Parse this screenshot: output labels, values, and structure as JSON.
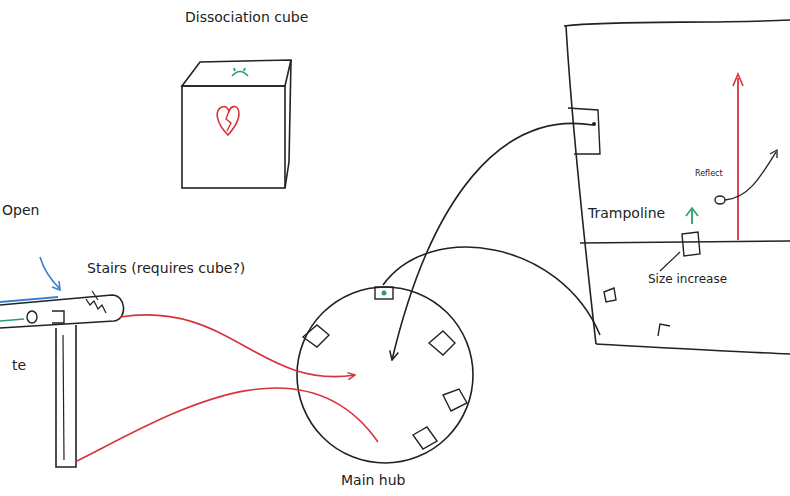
{
  "diagram": {
    "nodes": [
      {
        "text": [
          "Dissociation cube"
        ]
      },
      {
        "text": [
          "Stairs (requires cube?)"
        ]
      },
      {
        "text": [
          "Main hub"
        ]
      },
      {
        "text": [
          "Trampoline",
          "Size increase",
          "Reflect"
        ]
      }
    ],
    "edges": [
      {
        "from": 1,
        "to": 2,
        "arrow": "to"
      },
      {
        "from": 2,
        "to": 1,
        "arrow": "none"
      },
      {
        "from": 3,
        "to": 2,
        "arrow": "to"
      },
      {
        "from": 2,
        "to": 3,
        "arrow": "none"
      }
    ],
    "labels": [
      "Open",
      "te"
    ]
  }
}
